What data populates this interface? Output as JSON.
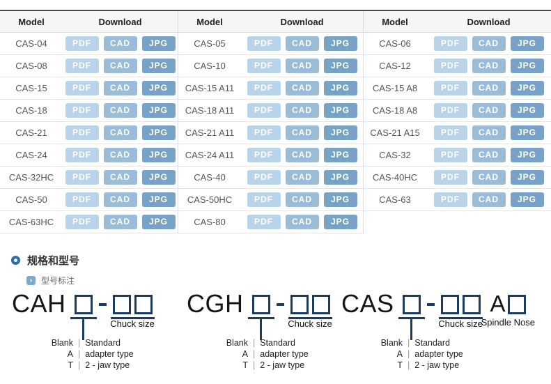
{
  "colors": {
    "button_pdf": "#b9d3e8",
    "button_cad": "#9bbcd7",
    "button_jpg": "#78a3c7",
    "accent_blue": "#2e6da4",
    "subicon_blue": "#7fa9cc",
    "diagram_line": "#1b3b5f",
    "table_top_border": "#4a4a4a"
  },
  "table": {
    "headers": {
      "model": "Model",
      "download": "Download"
    },
    "download_buttons": [
      "PDF",
      "CAD",
      "JPG"
    ],
    "groups": [
      {
        "models": [
          "CAS-04",
          "CAS-08",
          "CAS-15",
          "CAS-18",
          "CAS-21",
          "CAS-24",
          "CAS-32HC",
          "CAS-50",
          "CAS-63HC"
        ]
      },
      {
        "models": [
          "CAS-05",
          "CAS-10",
          "CAS-15 A11",
          "CAS-18 A11",
          "CAS-21 A11",
          "CAS-24 A11",
          "CAS-40",
          "CAS-50HC",
          "CAS-80"
        ]
      },
      {
        "models": [
          "CAS-06",
          "CAS-12",
          "CAS-15 A8",
          "CAS-18 A8",
          "CAS-21 A15",
          "CAS-32",
          "CAS-40HC",
          "CAS-63"
        ]
      }
    ]
  },
  "section": {
    "title": "规格和型号",
    "subtitle": "型号标注"
  },
  "chevron_glyph": "›",
  "type_separator": "|",
  "diagrams": [
    {
      "prefix": "CAH",
      "chuck_label": "Chuck size",
      "types": [
        {
          "key": "Blank",
          "desc": "Standard"
        },
        {
          "key": "A",
          "desc": "adapter type"
        },
        {
          "key": "T",
          "desc": "2 - jaw type"
        }
      ]
    },
    {
      "prefix": "CGH",
      "chuck_label": "Chuck size",
      "types": [
        {
          "key": "Blank",
          "desc": "Standard"
        },
        {
          "key": "A",
          "desc": "adapter type"
        },
        {
          "key": "T",
          "desc": "2 - jaw type"
        }
      ]
    },
    {
      "prefix": "CAS",
      "chuck_label": "Chuck size",
      "suffix_letter": "A",
      "suffix_label": "Spindle Nose",
      "types": [
        {
          "key": "Blank",
          "desc": "Standard"
        },
        {
          "key": "A",
          "desc": "adapter type"
        },
        {
          "key": "T",
          "desc": "2 - jaw type"
        }
      ]
    }
  ]
}
